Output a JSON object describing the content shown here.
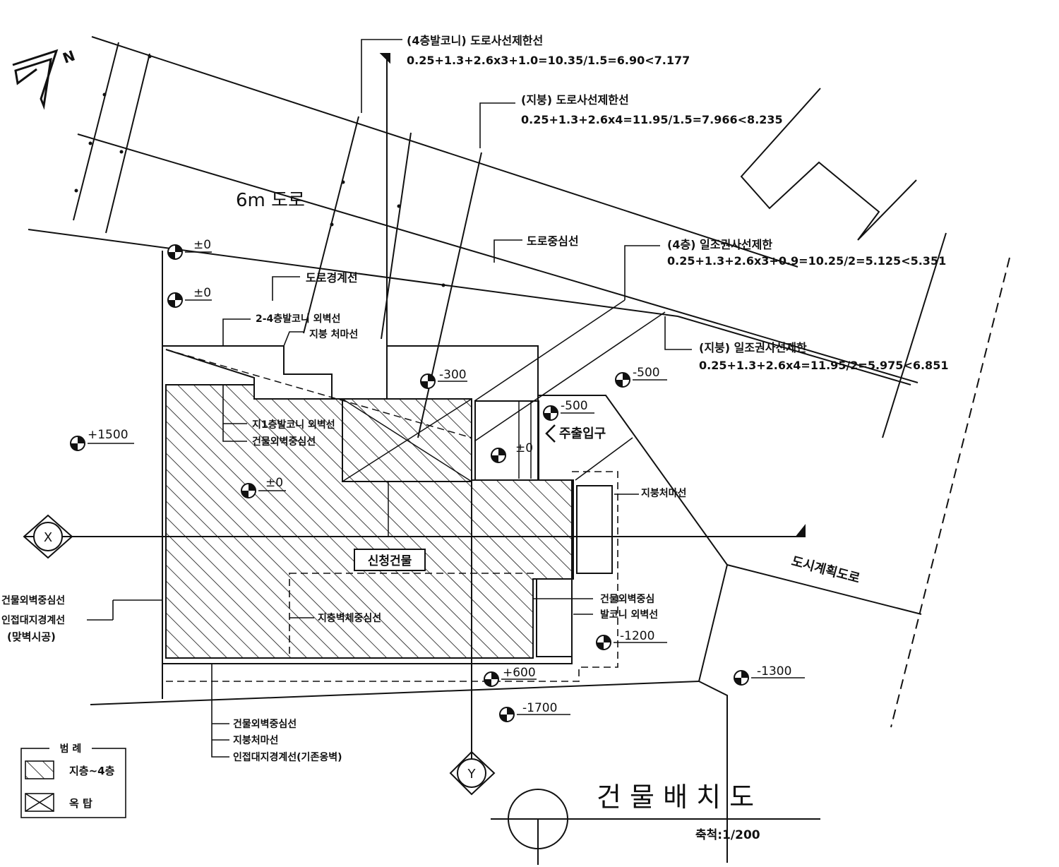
{
  "north_mark": "N",
  "annotations": {
    "balcony4_label": "(4층발코니)  도로사선제한선",
    "balcony4_formula": "0.25+1.3+2.6x3+1.0=10.35/1.5=6.90<7.177",
    "roof_road_label": "(지붕) 도로사선제한선",
    "roof_road_formula": "0.25+1.3+2.6x4=11.95/1.5=7.966<8.235",
    "road6m": "6m 도로",
    "road_center": "도로중심선",
    "floor4_sun_label": "(4층) 일조권사선제한",
    "floor4_sun_formula": "0.25+1.3+2.6x3+0.9=10.25/2=5.125<5.351",
    "roof_sun_label": "(지붕) 일조권사선제한",
    "roof_sun_formula": "0.25+1.3+2.6x4=11.95/2=5.975<6.851",
    "road_boundary": "도로경계선",
    "balcony24_outer": "2-4층발코니 외벽선",
    "roof_eave_1": "지붕 처마선",
    "balcony1_outer": "지1층발코니 외벽선",
    "wall_center_1": "건물외벽중심선",
    "main_entrance": "주출입구",
    "roof_eave_2": "지붕처마선",
    "applied_building": "신청건물",
    "city_road": "도시계획도로",
    "left_wall_center": "건물외벽중심선",
    "left_adjacent": "인접대지경계선",
    "left_retaining": "(맞벽시공)",
    "basement_wall": "지층벽체중심선",
    "right_wall_center": "건물외벽중심",
    "right_balcony_wall": "발코니 외벽선",
    "bottom_wall_center": "건물외벽중심선",
    "bottom_eave": "지붕처마선",
    "bottom_adjacent": "인접대지경계선(기존옹벽)"
  },
  "levels": {
    "l1": "±0",
    "l2": "±0",
    "l3": "-300",
    "l4": "-500",
    "l5": "-500",
    "l6": "+1500",
    "l7": "±0",
    "l8": "±0",
    "l9": "-1200",
    "l10": "-1300",
    "l11": "+600",
    "l12": "-1700"
  },
  "axes": {
    "x": "X",
    "y": "Y"
  },
  "legend": {
    "title": "범 례",
    "item1": "지층~4층",
    "item2": "옥    탑"
  },
  "title_block": {
    "title": "건 물 배 치 도",
    "scale": "축척:1/200"
  }
}
